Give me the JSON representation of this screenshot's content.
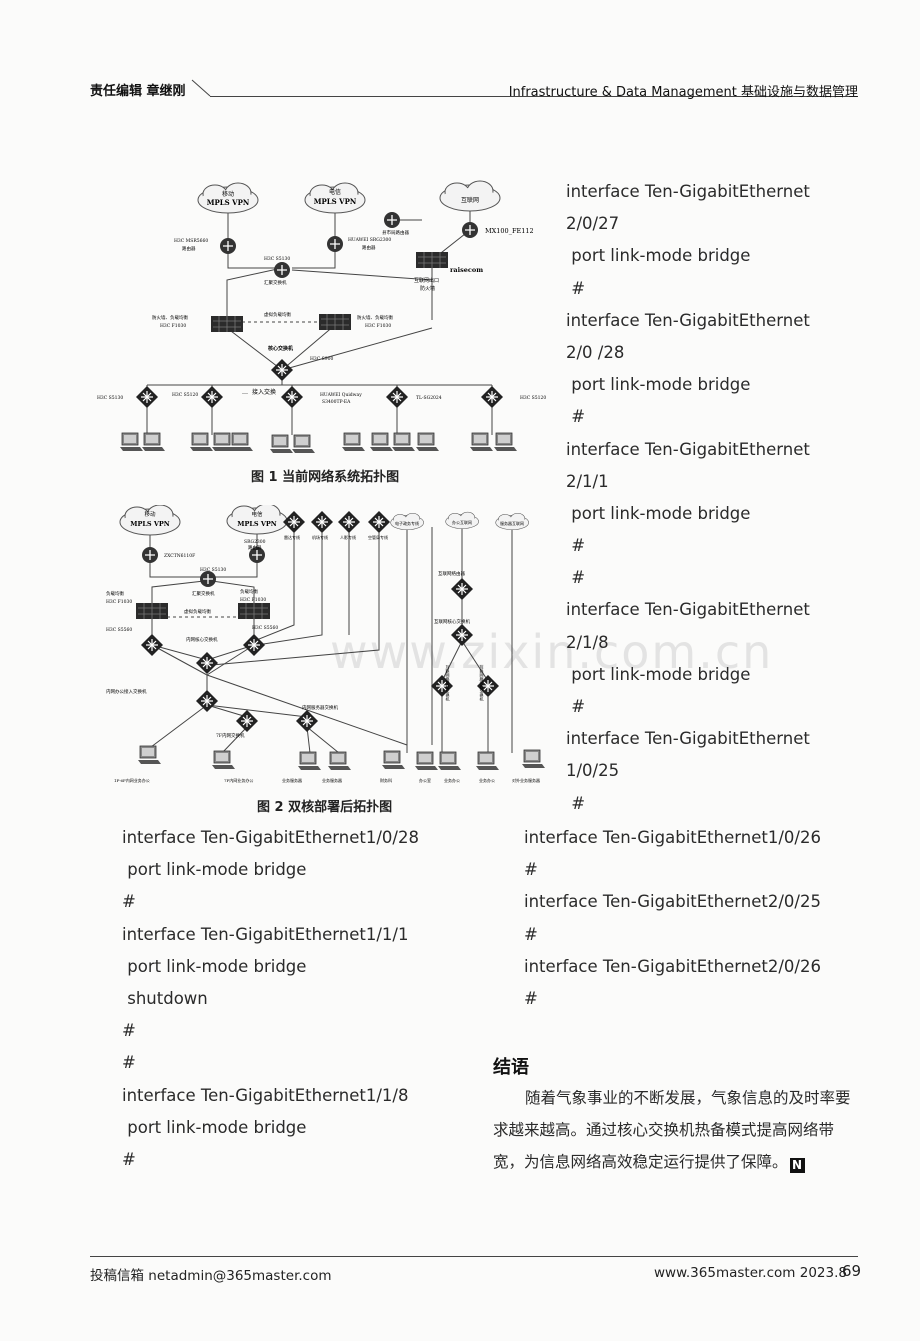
{
  "header": {
    "left": "责任编辑 章继刚",
    "right": "Infrastructure & Data Management 基础设施与数据管理"
  },
  "figure1": {
    "caption": "图 1 当前网络系统拓扑图",
    "labels": {
      "cloud_mobile_a": "移动",
      "cloud_mobile_b": "MPLS VPN",
      "cloud_telecom_a": "电信",
      "cloud_telecom_b": "MPLS VPN",
      "cloud_internet": "互联网",
      "router_left_a": "H3C MSR5660",
      "router_left_b": "路由器",
      "router_mid_a": "HUAWEI SRG2300",
      "router_mid_b": "路由器",
      "county_router": "县市局路由器",
      "mx100": "MX100_FE112",
      "agg_model": "H3C S5130",
      "agg_name": "汇聚交换机",
      "raisecom": "raisecom",
      "exit_fw_a": "互联网出口",
      "exit_fw_b": "防火墙",
      "fw_left_a": "防火墙、负载均衡",
      "fw_left_b": "H3C F1030",
      "fw_right_a": "防火墙、负载均衡",
      "fw_right_b": "H3C F1030",
      "vlb": "虚拟负载均衡",
      "core_name": "核心交换机",
      "core_model": "H3C S900",
      "access1": "H3C S5130",
      "access2": "H3C S5120",
      "access_mid": "接入交换",
      "access4_a": "HUAWEI Quidway",
      "access4_b": "S3400TP-EA",
      "access5": "TL-SG2024",
      "access6": "H3C S5120"
    }
  },
  "figure2": {
    "caption": "图 2 双核部署后拓扑图",
    "labels": {
      "cloud_mobile_a": "移动",
      "cloud_mobile_b": "MPLS VPN",
      "cloud_telecom_a": "电信",
      "cloud_telecom_b": "MPLS VPN",
      "line1": "雷达专线",
      "line2": "机场专线",
      "line3": "人影专线",
      "line4": "空管局专线",
      "cloud_egov": "电子政务专线",
      "cloud_office": "办公互联网",
      "cloud_service": "服务器互联网",
      "router_left": "ZXCTN6110F",
      "router_mid_a": "SRG2300",
      "router_mid_b": "路由器",
      "agg_model": "H3C S5130",
      "agg_name": "汇聚交换机",
      "lb_left_a": "负载均衡",
      "lb_left_b": "H3C F1030",
      "lb_right_a": "负载均衡",
      "lb_right_b": "H3C F1030",
      "vlb": "虚拟负载均衡",
      "core_left": "H3C S5560",
      "core_right": "H3C S5560",
      "inner_core": "内网核心交换机",
      "inet_router": "互联网络由器",
      "inet_core": "互联网核心交换机",
      "inet_sw1": "互联网络楼层交换机",
      "inet_sw2": "互联网服务器交换机",
      "office_access": "内网办公接入交换机",
      "server_sw": "内网服务器交换机",
      "floor_sw": "7F内网交换机",
      "term1": "1F-6F内网业务办公",
      "term2": "7F内网业务办公",
      "term3": "业务服务器",
      "term4": "业务服务器",
      "term5": "财务科",
      "term6": "办公室",
      "term7": "业务办公",
      "term8": "业务办公",
      "term9": "对外业务服务器"
    }
  },
  "code_right_top": [
    "interface Ten-GigabitEthernet",
    "2/0/27",
    " port link-mode bridge",
    " #",
    "interface Ten-GigabitEthernet",
    "2/0 /28",
    " port link-mode bridge",
    " #",
    "interface Ten-GigabitEthernet",
    "2/1/1",
    " port link-mode bridge",
    " #",
    " #",
    "interface Ten-GigabitEthernet",
    "2/1/8",
    " port link-mode bridge",
    " #",
    "interface Ten-GigabitEthernet",
    "1/0/25",
    " #"
  ],
  "code_left_bottom": [
    "interface Ten-GigabitEthernet1/0/28",
    " port link-mode bridge",
    "#",
    "interface Ten-GigabitEthernet1/1/1",
    " port link-mode bridge",
    " shutdown",
    "#",
    "#",
    "interface Ten-GigabitEthernet1/1/8",
    " port link-mode bridge",
    "#"
  ],
  "code_right_bottom": [
    "interface Ten-GigabitEthernet1/0/26",
    "#",
    "interface Ten-GigabitEthernet2/0/25",
    "#",
    "interface Ten-GigabitEthernet2/0/26",
    "#"
  ],
  "conclusion": {
    "title": "结语",
    "text": "随着气象事业的不断发展，气象信息的及时率要求越来越高。通过核心交换机热备模式提高网络带宽，为信息网络高效稳定运行提供了保障。",
    "end_mark": "N"
  },
  "footer": {
    "left": "投稿信箱 netadmin@365master.com",
    "right": "www.365master.com 2023.8",
    "page_number": "69"
  },
  "watermark": "www.zixin.com.cn"
}
